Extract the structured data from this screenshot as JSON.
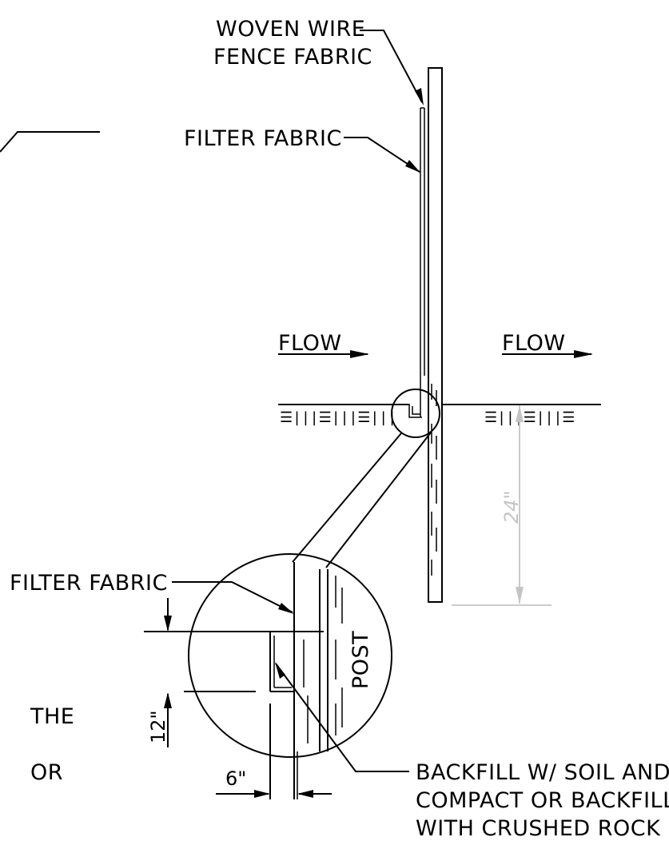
{
  "labels": {
    "woven_wire_1": "WOVEN WIRE",
    "woven_wire_2": "FENCE FABRIC",
    "filter_fabric_top": "FILTER FABRIC",
    "flow_left": "FLOW",
    "flow_right": "FLOW",
    "depth_dim": "24\"",
    "filter_fabric_detail": "FILTER FABRIC",
    "post": "POST",
    "dim_12": "12\"",
    "dim_6": "6\"",
    "backfill_1": "BACKFILL W/ SOIL AND",
    "backfill_2": "COMPACT OR BACKFILL",
    "backfill_3": "WITH CRUSHED ROCK",
    "partial_the": "THE",
    "partial_or": "OR"
  },
  "soil_hatch": {
    "left": "☰|||☰|||☰|||",
    "right": "☰|||☰|||☰"
  }
}
